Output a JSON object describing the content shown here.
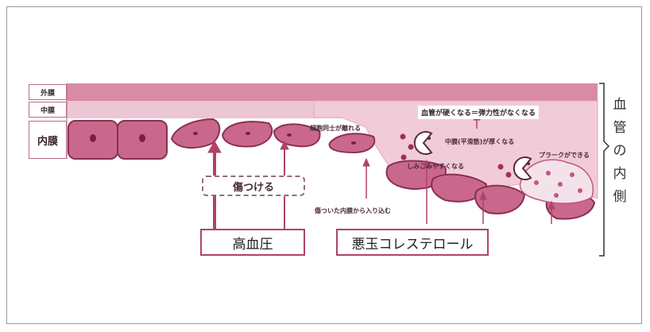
{
  "layers": {
    "outer": "外膜",
    "middle": "中膜",
    "inner": "内膜"
  },
  "side_label": [
    "血",
    "管",
    "の",
    "内",
    "側"
  ],
  "annotations": {
    "hurt": "傷つける",
    "cells_separate": "細胞同士が離れる",
    "enter": "傷ついた内膜から入り込む",
    "harden": "血管が硬くなる＝弾力性がなくなる",
    "thicken": "中膜(平滑筋)が厚くなる",
    "seep": "しみこみやすくなる",
    "plaque": "プラークができる"
  },
  "causes": {
    "high_bp": "高血圧",
    "bad_chol": "悪玉コレステロール"
  },
  "colors": {
    "pink_dark": "#c0587e",
    "pink_mid": "#d8879f",
    "pink_light": "#e9bccb",
    "outline": "#8b2f52"
  }
}
